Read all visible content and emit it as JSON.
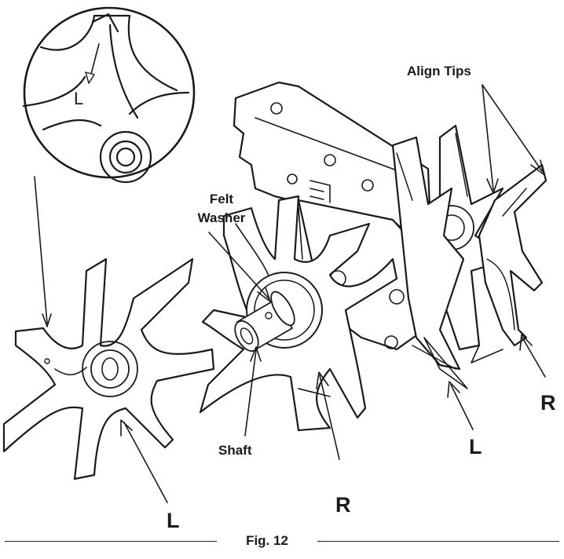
{
  "labels": {
    "align_tips": "Align Tips",
    "felt_washer_line1": "Felt",
    "felt_washer_line2": "Washer",
    "shaft": "Shaft",
    "detail_letter": "L",
    "left_tine": "L",
    "center_tine_r": "R",
    "center_tine_l": "L",
    "right_tine_r": "R"
  },
  "caption": "Fig. 12",
  "colors": {
    "ink": "#1a1a1a",
    "background": "#ffffff"
  }
}
